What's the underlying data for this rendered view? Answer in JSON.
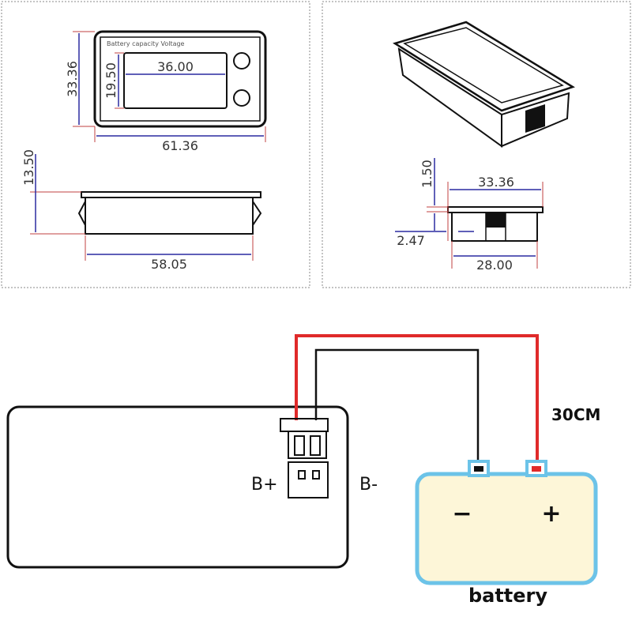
{
  "front_view": {
    "label": "Battery capacity Voltage",
    "height": "33.36",
    "display_height": "19.50",
    "display_width": "36.00",
    "width": "61.36"
  },
  "side_view": {
    "depth": "13.50",
    "length": "58.05"
  },
  "right_view": {
    "flange": "1.50",
    "width": "33.36",
    "offset": "2.47",
    "body_width": "28.00"
  },
  "wiring": {
    "b_plus": "B+",
    "b_minus": "B-",
    "cable_length": "30CM",
    "battery_label": "battery",
    "minus_sign": "−",
    "plus_sign": "+"
  },
  "colors": {
    "red_wire": "#e02a2a",
    "black_wire": "#111111",
    "battery_fill": "#fdf6d8",
    "battery_outline": "#6cc3e8"
  }
}
